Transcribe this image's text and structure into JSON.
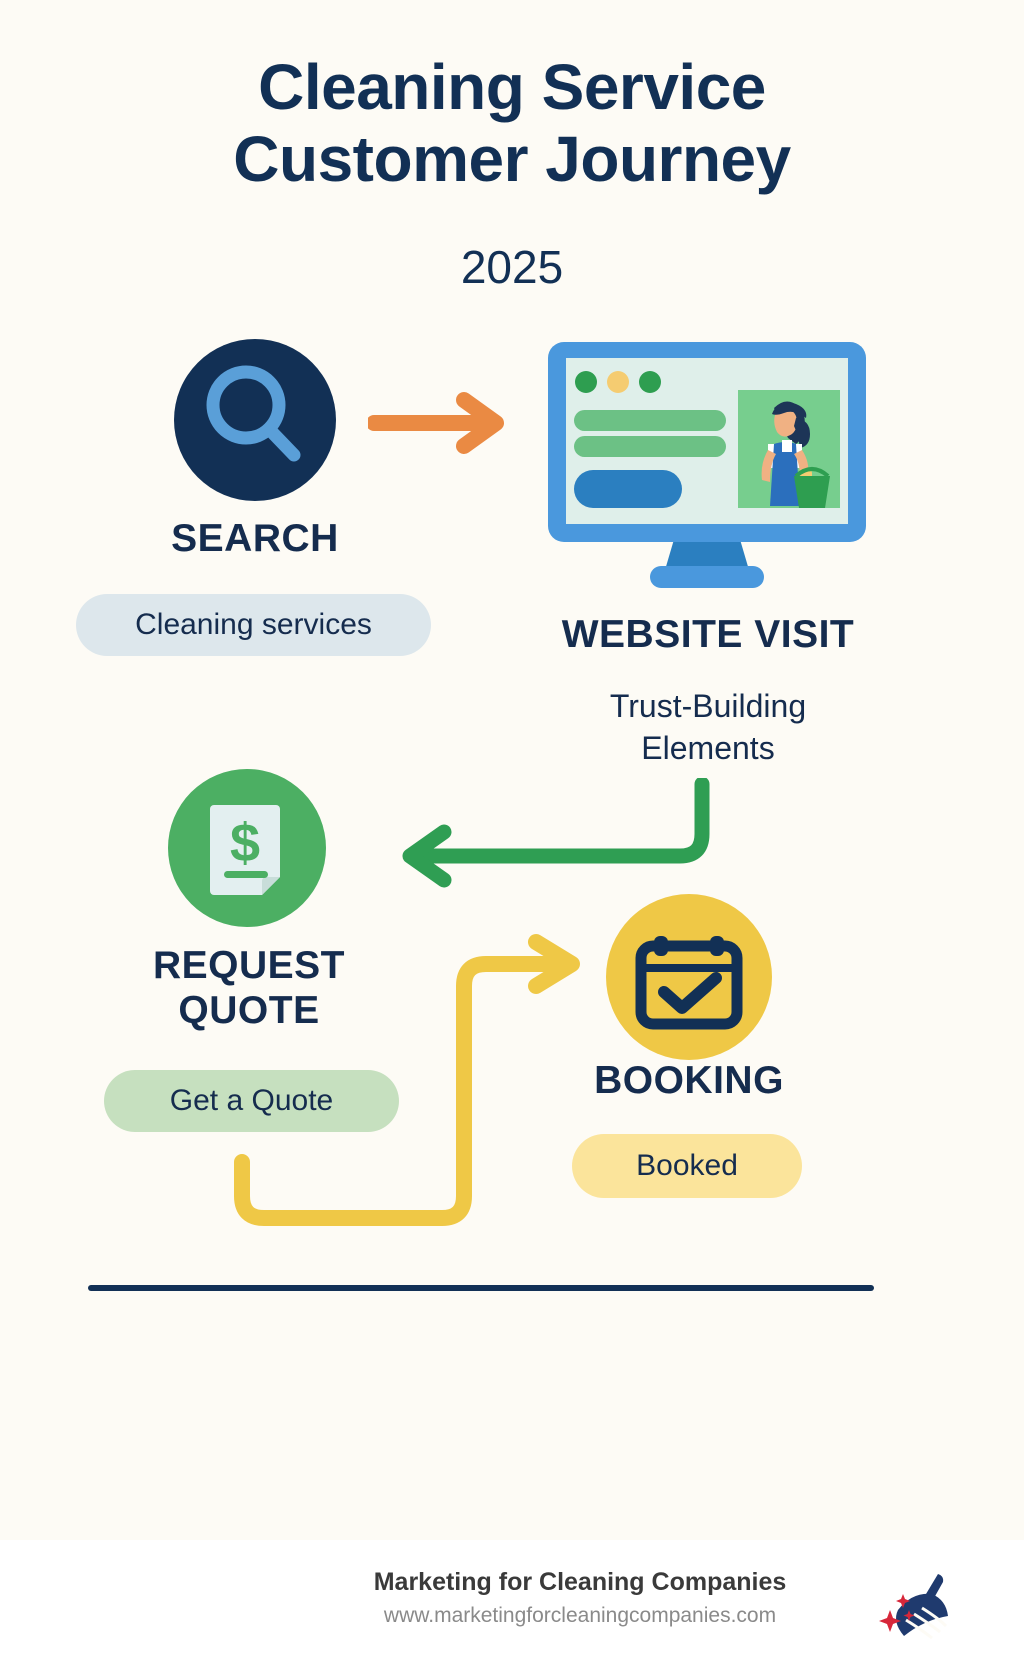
{
  "header": {
    "title_line1": "Cleaning Service",
    "title_line2": "Customer Journey",
    "year": "2025"
  },
  "steps": [
    {
      "id": "search",
      "label": "SEARCH",
      "pill": "Cleaning services",
      "icon": "magnifier-icon",
      "circle_color": "#123055",
      "pill_color": "#dde7ec"
    },
    {
      "id": "website-visit",
      "label": "WEBSITE VISIT",
      "sub_line1": "Trust-Building",
      "sub_line2": "Elements",
      "icon": "monitor-icon",
      "accent_color": "#4a98dd"
    },
    {
      "id": "request-quote",
      "label_line1": "REQUEST",
      "label_line2": "QUOTE",
      "pill": "Get a Quote",
      "icon": "quote-document-icon",
      "circle_color": "#4caf63",
      "pill_color": "#c6e0bf"
    },
    {
      "id": "booking",
      "label": "BOOKING",
      "pill": "Booked",
      "icon": "calendar-check-icon",
      "circle_color": "#efc846",
      "pill_color": "#fbe49b"
    }
  ],
  "connectors": [
    {
      "id": "search-to-website",
      "color": "#ea8a43",
      "direction": "right"
    },
    {
      "id": "website-to-quote",
      "color": "#2f9e53",
      "direction": "left"
    },
    {
      "id": "quote-to-booking",
      "color": "#efc846",
      "direction": "right"
    }
  ],
  "footer": {
    "brand": "Marketing for Cleaning Companies",
    "url": "www.marketingforcleaningcompanies.com",
    "logo": "broom-sparkle-logo"
  },
  "colors": {
    "background": "#fdfbf5",
    "navy": "#123055",
    "orange": "#ea8a43",
    "green": "#2f9e53",
    "yellow": "#efc846",
    "blue": "#4a98dd"
  }
}
